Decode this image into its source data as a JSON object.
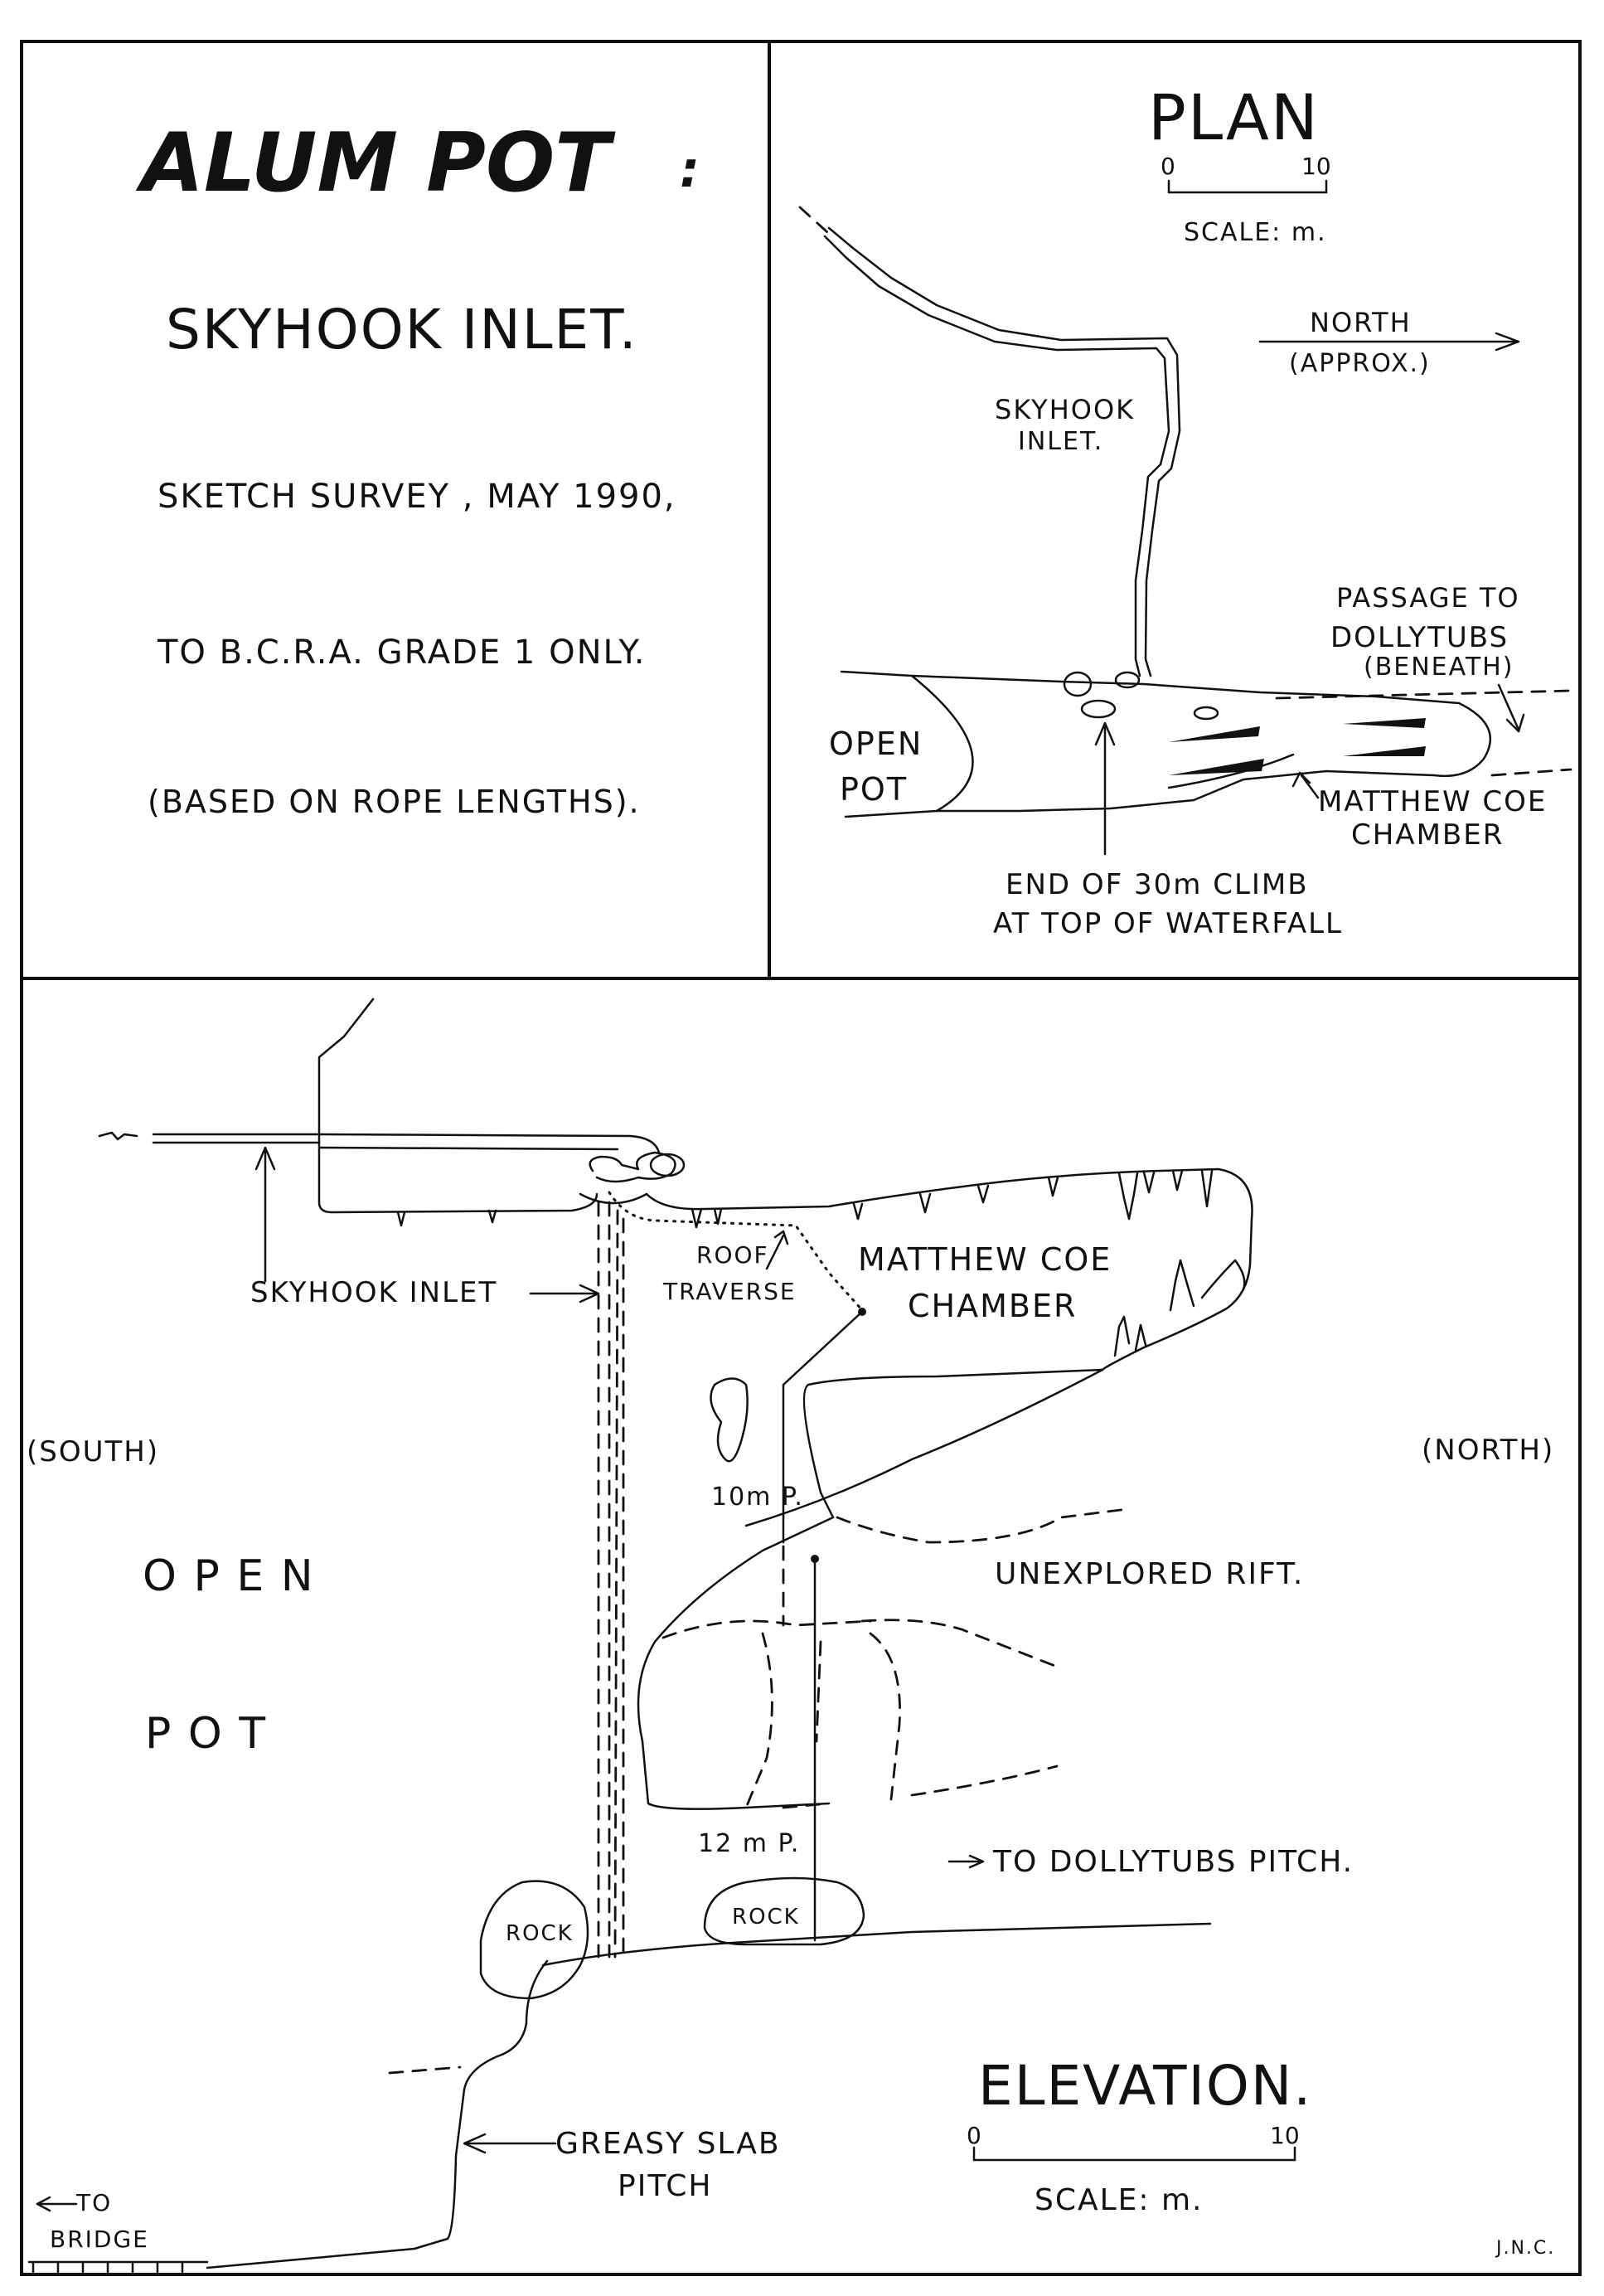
{
  "title": {
    "main": "ALUM  POT",
    "colon": ":",
    "subtitle": "SKYHOOK  INLET.",
    "survey": "SKETCH  SURVEY , MAY 1990,",
    "grade": "TO  B.C.R.A.  GRADE  1  ONLY.",
    "basis": "(BASED  ON  ROPE  LENGTHS)."
  },
  "plan": {
    "heading": "PLAN",
    "scale_zero": "0",
    "scale_ten": "10",
    "scale_caption": "SCALE: m.",
    "north_label": "NORTH",
    "north_note": "(APPROX.)",
    "skyhook_line1": "SKYHOOK",
    "skyhook_line2": "INLET.",
    "passage_line1": "PASSAGE  TO",
    "passage_line2": "DOLLYTUBS",
    "passage_line3": "(BENEATH)",
    "open_line1": "OPEN",
    "open_line2": "POT",
    "chamber_line1": "MATTHEW COE",
    "chamber_line2": "CHAMBER",
    "climb_line1": "END  OF  30m  CLIMB",
    "climb_line2": "AT  TOP  OF  WATERFALL"
  },
  "elevation": {
    "heading": "ELEVATION.",
    "scale_zero": "0",
    "scale_ten": "10",
    "scale_caption": "SCALE:  m.",
    "skyhook": "SKYHOOK  INLET",
    "roof_line1": "ROOF",
    "roof_line2": "TRAVERSE",
    "chamber_line1": "MATTHEW   COE",
    "chamber_line2": "CHAMBER",
    "south": "(SOUTH)",
    "north": "(NORTH)",
    "open": "O P E N",
    "pot": "P O T",
    "pitch_10": "10m P.",
    "pitch_12": "12 m P.",
    "rift": "UNEXPLORED   RIFT.",
    "dollytubs": "TO   DOLLYTUBS   PITCH.",
    "rock_left": "ROCK",
    "rock_right": "ROCK",
    "greasy_line1": "GREASY  SLAB",
    "greasy_line2": "PITCH",
    "bridge_line1": "TO",
    "bridge_line2": "BRIDGE",
    "initials": "J.N.C."
  }
}
